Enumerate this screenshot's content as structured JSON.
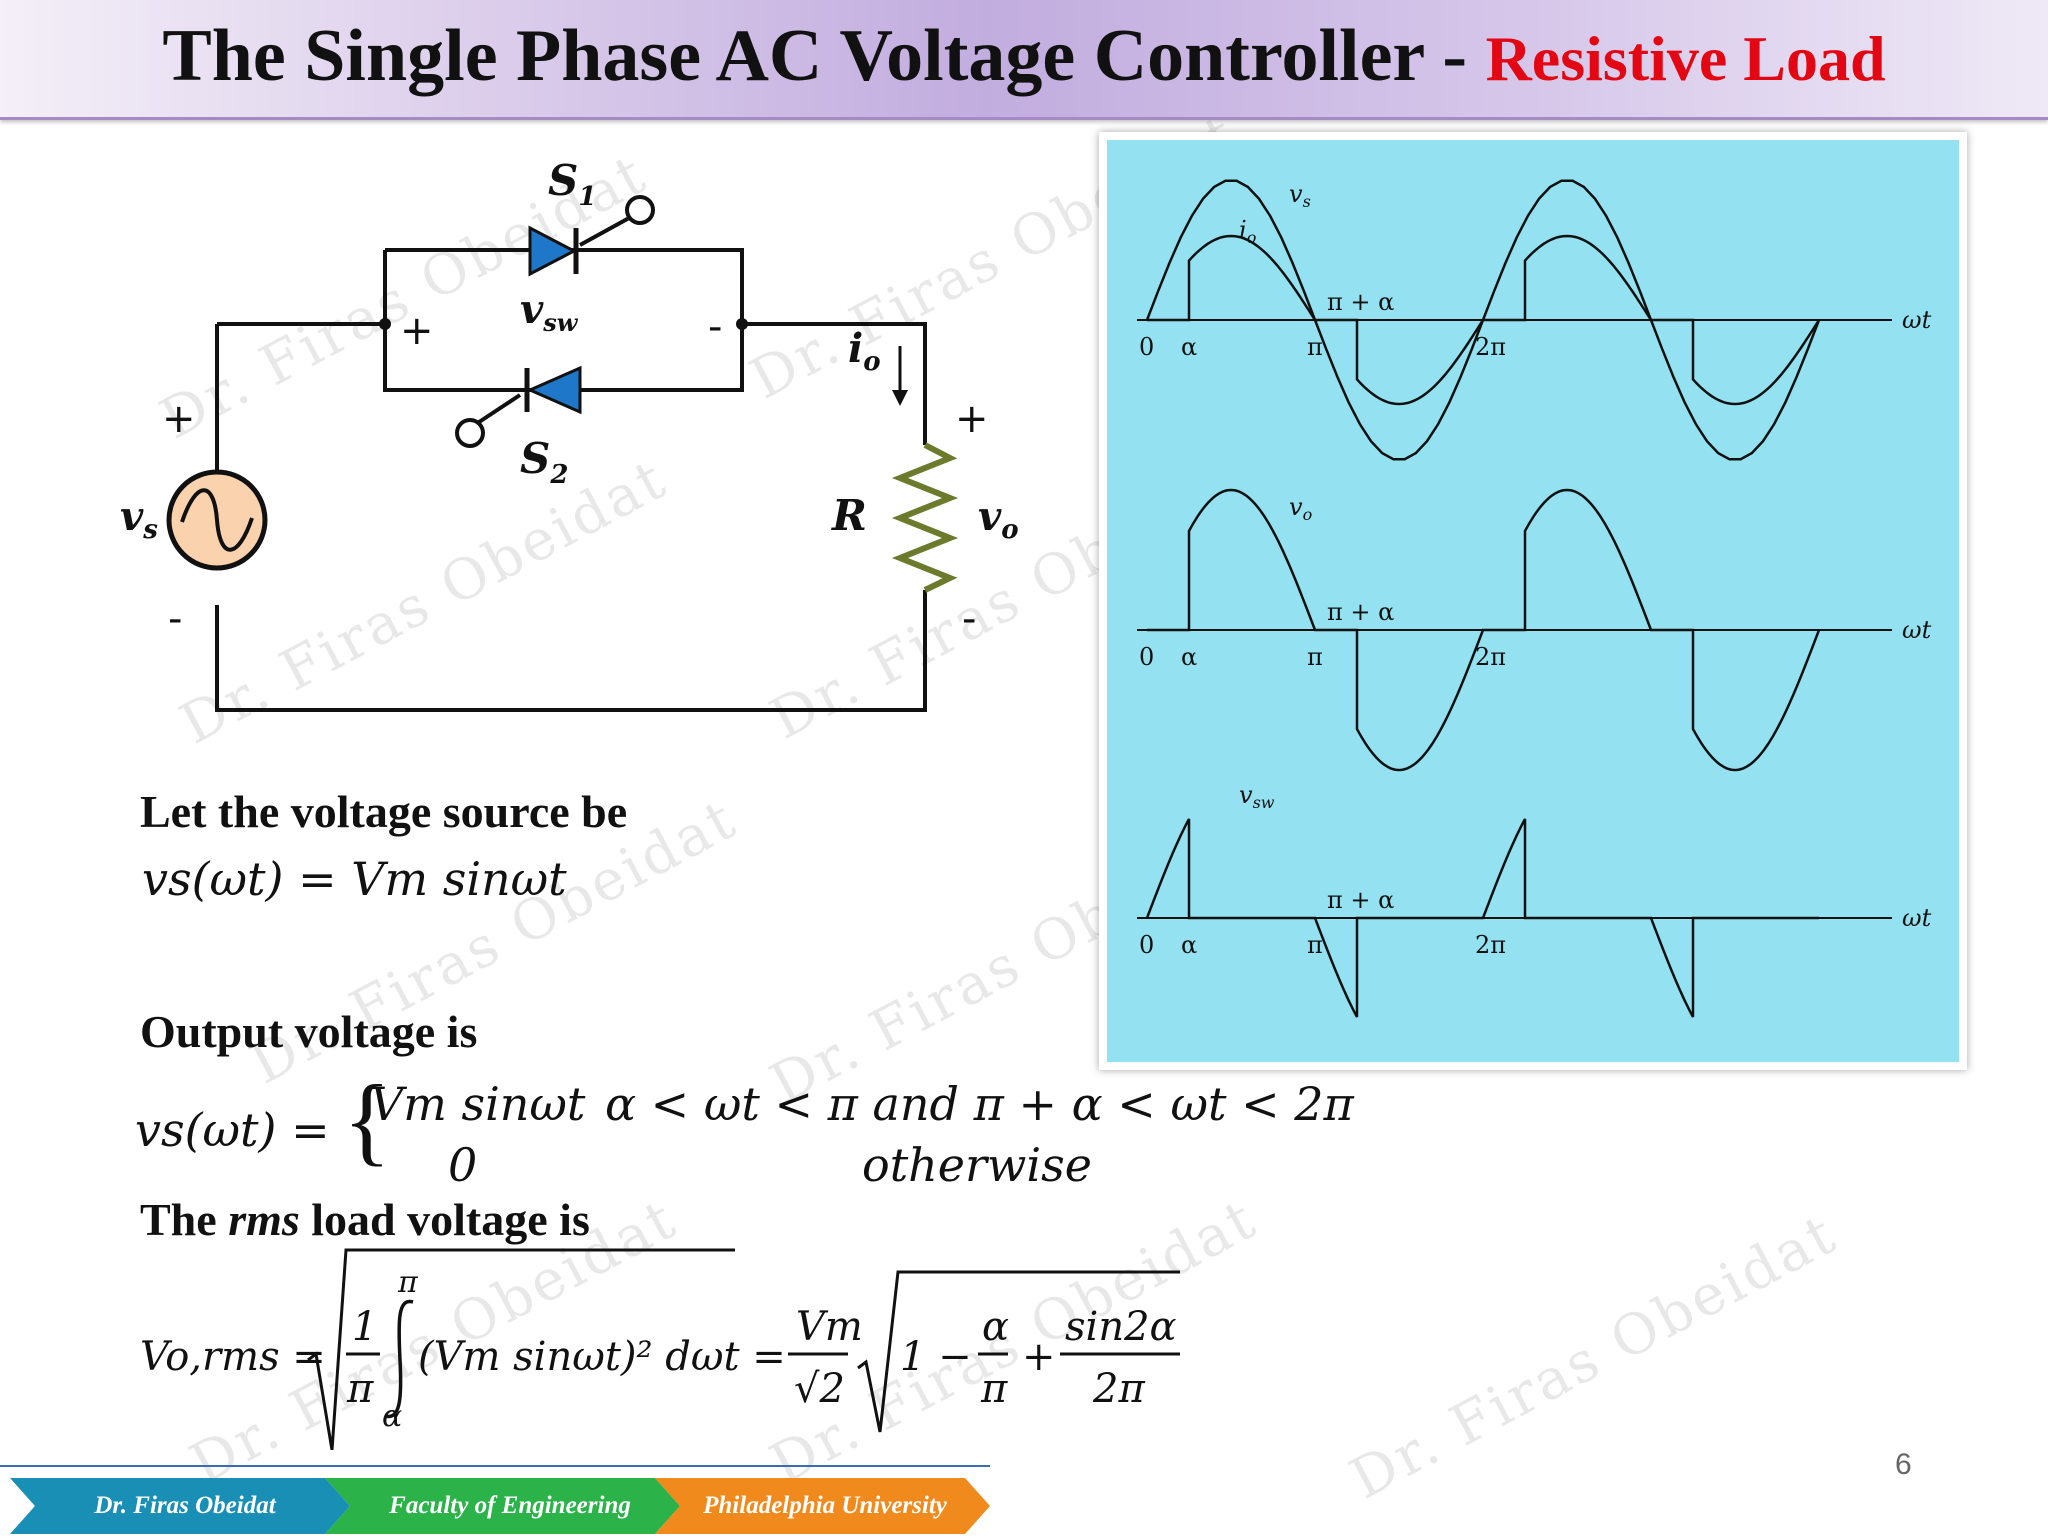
{
  "slide": {
    "title_main": "The Single Phase AC Voltage Controller - ",
    "title_accent": "Resistive Load",
    "page_number": "6"
  },
  "circuit": {
    "labels": {
      "s1": "S",
      "s1_sub": "1",
      "s2": "S",
      "s2_sub": "2",
      "vsw": "v",
      "vsw_sub": "sw",
      "plus_sw": "+",
      "minus_sw": "-",
      "io": "i",
      "io_sub": "o",
      "plus_src": "+",
      "minus_src": "-",
      "vs": "v",
      "vs_sub": "s",
      "r": "R",
      "plus_load": "+",
      "minus_load": "-",
      "vo": "v",
      "vo_sub": "o"
    },
    "colors": {
      "thyristor": "#1f77c9",
      "source_fill": "#fad3ae",
      "resistor": "#6b7a2b"
    }
  },
  "waveforms": {
    "background": "#94e2f1",
    "panels": [
      {
        "signal": "v",
        "signal_sub": "s",
        "signal2": "i",
        "signal2_sub": "o",
        "ticks": [
          "0",
          "α",
          "π",
          "π + α",
          "2π"
        ],
        "axis": "ωt"
      },
      {
        "signal": "v",
        "signal_sub": "o",
        "ticks": [
          "0",
          "α",
          "π",
          "π + α",
          "2π"
        ],
        "axis": "ωt"
      },
      {
        "signal": "v",
        "signal_sub": "sw",
        "ticks": [
          "0",
          "α",
          "π",
          "π + α",
          "2π"
        ],
        "axis": "ωt"
      }
    ]
  },
  "text": {
    "source_heading": "Let the voltage source be",
    "source_eq": "vs(ωt) = Vm sinωt",
    "output_heading": "Output voltage is",
    "output_lhs": "vs(ωt) =",
    "case1_expr": "Vm sinωt",
    "case1_cond": "α < ωt < π and π + α < ωt < 2π",
    "case2_expr": "0",
    "case2_cond": "otherwise",
    "rms_pre": "The ",
    "rms_em": "rms",
    "rms_post": " load voltage is",
    "rms_lhs": "Vo,rms =",
    "rms_frac_num": "1",
    "rms_frac_den": "π",
    "rms_int_upper": "π",
    "rms_int_lower": "α",
    "rms_integrand": "(Vm sinωt)² dωt =",
    "rms_coef_num": "Vm",
    "rms_coef_den": "√2",
    "rms_one": "1 −",
    "rms_a_num": "α",
    "rms_a_den": "π",
    "rms_plus": "+",
    "rms_b_num": "sin2α",
    "rms_b_den": "2π"
  },
  "watermark": "Dr. Firas Obeidat",
  "footer": {
    "segments": [
      "Dr. Firas Obeidat",
      "Faculty of Engineering",
      "Philadelphia University"
    ],
    "colors": [
      "#1a8fb6",
      "#2bb34a",
      "#f08a1c"
    ]
  }
}
